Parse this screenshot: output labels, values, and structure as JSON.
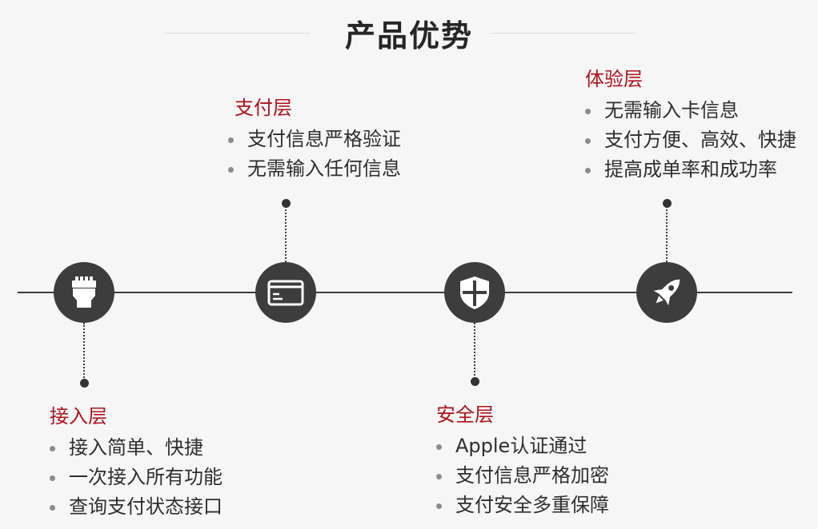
{
  "header": {
    "title": "产品优势"
  },
  "layers": [
    {
      "name": "接入层",
      "items": [
        " 接入简单、快捷",
        "一次接入所有功能",
        "查询支付状态接口"
      ],
      "icon": "plug-icon"
    },
    {
      "name": "支付层",
      "items": [
        "支付信息严格验证",
        "无需输入任何信息"
      ],
      "icon": "card-icon"
    },
    {
      "name": "安全层",
      "items": [
        "Apple认证通过",
        "支付信息严格加密",
        "支付安全多重保障"
      ],
      "icon": "shield-icon"
    },
    {
      "name": "体验层",
      "items": [
        "无需输入卡信息",
        "支付方便、高效、快捷",
        "提高成单率和成功率"
      ],
      "icon": "rocket-icon"
    }
  ],
  "colors": {
    "accent": "#b0121b",
    "node": "#3d3d3d",
    "background": "#f6f6f6"
  }
}
